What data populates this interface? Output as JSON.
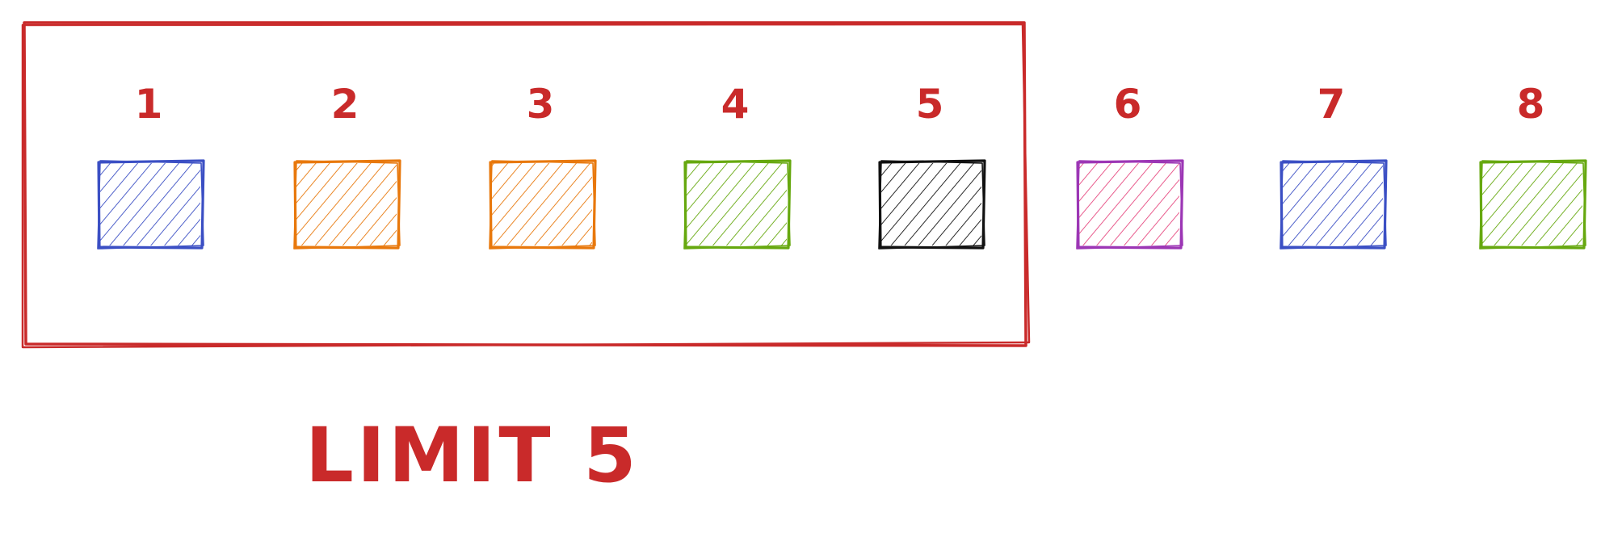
{
  "diagram": {
    "items": [
      {
        "label": "1",
        "color": "#3b4fc4"
      },
      {
        "label": "2",
        "color": "#e8780c"
      },
      {
        "label": "3",
        "color": "#e8780c"
      },
      {
        "label": "4",
        "color": "#66a80f"
      },
      {
        "label": "5",
        "color": "#111111"
      },
      {
        "label": "6",
        "color": "#9c36b5",
        "hatch_color": "#e64980"
      },
      {
        "label": "7",
        "color": "#3b4fc4"
      },
      {
        "label": "8",
        "color": "#66a80f"
      }
    ],
    "limit_box_color": "#c92a2a",
    "limit_label": "LIMIT 5",
    "limit_count": 5
  }
}
